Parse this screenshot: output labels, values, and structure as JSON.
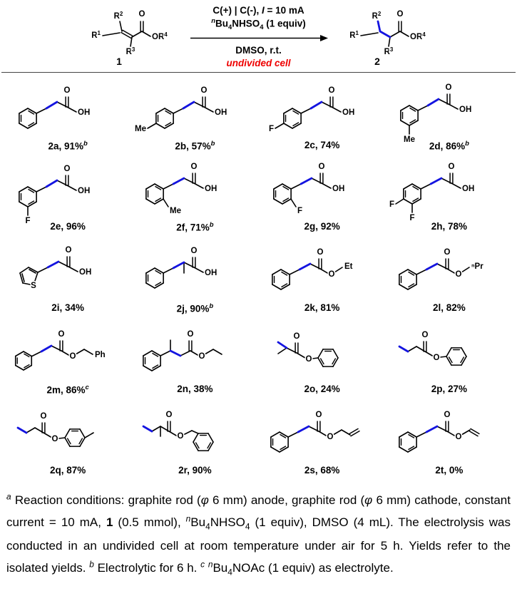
{
  "colors": {
    "highlight_bond": "#1414e0",
    "red_text": "#ee0000"
  },
  "scheme": {
    "substrate": {
      "number": "1",
      "atoms": [
        "R^{2}",
        "R^{1}",
        "R^{3}",
        "O",
        "OR^{4}",
        "1"
      ]
    },
    "product": {
      "number": "2",
      "atoms": [
        "R^{2}",
        "R^{1}",
        "R^{3}",
        "O",
        "OR^{4}",
        "2"
      ]
    },
    "conditions": {
      "line1": "C(+) | C(-), *I* = 10 mA",
      "line2": "^{n}Bu_{4}NHSO_{4} (1 equiv)",
      "line3": "DMSO, r.t.",
      "line4": "undivided cell"
    }
  },
  "grid": {
    "items": [
      {
        "id": "2a",
        "label": "2a, 91%^{b}",
        "atoms": [
          "O",
          "OH"
        ]
      },
      {
        "id": "2b",
        "label": "2b, 57%^{b}",
        "atoms": [
          "O",
          "OH",
          "Me"
        ]
      },
      {
        "id": "2c",
        "label": "2c, 74%",
        "atoms": [
          "O",
          "OH",
          "F"
        ]
      },
      {
        "id": "2d",
        "label": "2d, 86%^{b}",
        "atoms": [
          "O",
          "OH",
          "Me"
        ]
      },
      {
        "id": "2e",
        "label": "2e, 96%",
        "atoms": [
          "O",
          "OH",
          "F"
        ]
      },
      {
        "id": "2f",
        "label": "2f, 71%^{b}",
        "atoms": [
          "O",
          "OH",
          "Me"
        ]
      },
      {
        "id": "2g",
        "label": "2g, 92%",
        "atoms": [
          "O",
          "OH",
          "F"
        ]
      },
      {
        "id": "2h",
        "label": "2h, 78%",
        "atoms": [
          "O",
          "OH",
          "F",
          "F"
        ]
      },
      {
        "id": "2i",
        "label": "2i, 34%",
        "atoms": [
          "O",
          "OH",
          "S"
        ]
      },
      {
        "id": "2j",
        "label": "2j, 90%^{b}",
        "atoms": [
          "O",
          "OH"
        ]
      },
      {
        "id": "2k",
        "label": "2k, 81%",
        "atoms": [
          "O",
          "O",
          "Et"
        ]
      },
      {
        "id": "2l",
        "label": "2l, 82%",
        "atoms": [
          "O",
          "O",
          "ⁿPr"
        ]
      },
      {
        "id": "2m",
        "label": "2m, 86%^{c}",
        "atoms": [
          "O",
          "O",
          "Ph"
        ]
      },
      {
        "id": "2n",
        "label": "2n, 38%",
        "atoms": [
          "O",
          "O"
        ]
      },
      {
        "id": "2o",
        "label": "2o, 24%",
        "atoms": [
          "O",
          "O"
        ]
      },
      {
        "id": "2p",
        "label": "2p, 27%",
        "atoms": [
          "O",
          "O"
        ]
      },
      {
        "id": "2q",
        "label": "2q, 87%",
        "atoms": [
          "O",
          "O"
        ]
      },
      {
        "id": "2r",
        "label": "2r, 90%",
        "atoms": [
          "O",
          "O"
        ]
      },
      {
        "id": "2s",
        "label": "2s, 68%",
        "atoms": [
          "O",
          "O"
        ]
      },
      {
        "id": "2t",
        "label": "2t, 0%",
        "atoms": [
          "O",
          "O"
        ]
      }
    ]
  },
  "footnote": {
    "text": "^{a} Reaction conditions: graphite rod (*φ* 6 mm) anode, graphite rod (*φ* 6 mm) cathode, constant current = 10 mA, **1** (0.5 mmol), ^{n}Bu_{4}NHSO_{4} (1 equiv), DMSO (4 mL). The electrolysis was conducted in an undivided cell at room temperature under air for 5 h. Yields refer to the isolated yields. ^{b} Electrolytic for 6 h. ^{c} ^{n}Bu_{4}NOAc (1 equiv) as electrolyte."
  }
}
